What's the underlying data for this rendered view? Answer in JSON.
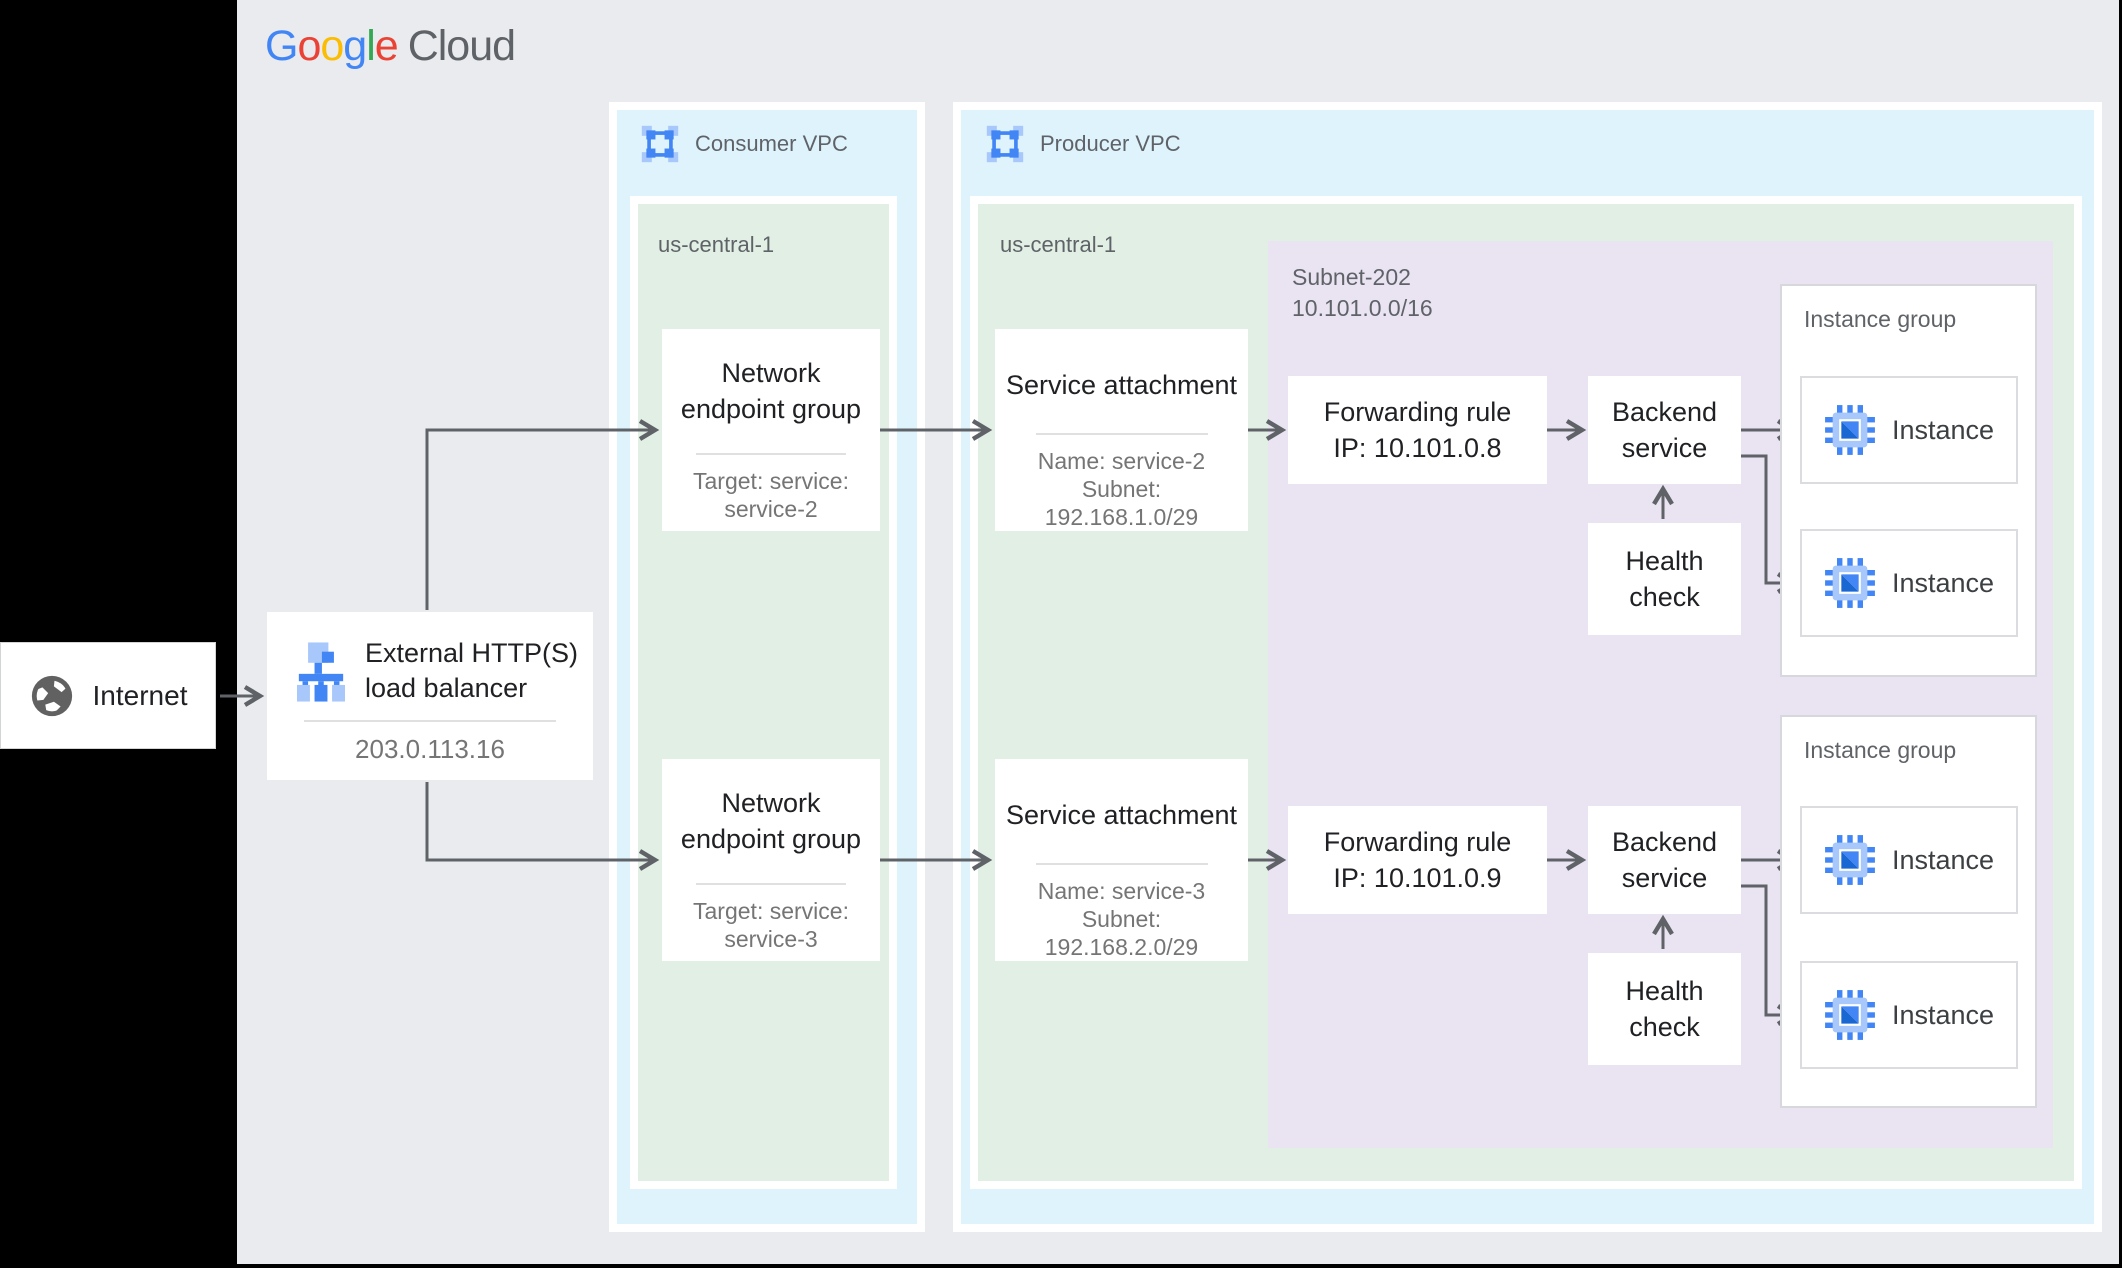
{
  "brand": {
    "google_letters": [
      "G",
      "o",
      "o",
      "g",
      "l",
      "e"
    ],
    "cloud": "Cloud"
  },
  "colors": {
    "outside_bg": "#000000",
    "canvas_bg": "#e9ebee",
    "vpc_bg": "#dff3fd",
    "region_bg": "#e2efe5",
    "subnet_bg": "#eae3f2",
    "node_bg": "#ffffff",
    "arrow": "#5f6368",
    "title_text": "#202124",
    "sub_text": "#757575",
    "label_text": "#5f6368",
    "google_blue": "#4285F4",
    "google_red": "#EA4335",
    "google_yellow": "#FBBC04",
    "google_green": "#34A853",
    "icon_blue_light": "#a8c7fa",
    "icon_blue": "#4285F4",
    "icon_blue_dark": "#1967d2",
    "instance_border": "#dadce0"
  },
  "internet": {
    "label": "Internet"
  },
  "load_balancer": {
    "title_line1": "External HTTP(S)",
    "title_line2": "load balancer",
    "ip": "203.0.113.16"
  },
  "consumer_vpc": {
    "label": "Consumer VPC",
    "region_label": "us-central-1",
    "negs": [
      {
        "title_line1": "Network",
        "title_line2": "endpoint group",
        "sub_line1": "Target: service:",
        "sub_line2": "service-2"
      },
      {
        "title_line1": "Network",
        "title_line2": "endpoint group",
        "sub_line1": "Target: service:",
        "sub_line2": "service-3"
      }
    ]
  },
  "producer_vpc": {
    "label": "Producer VPC",
    "region_label": "us-central-1",
    "service_attachments": [
      {
        "title": "Service attachment",
        "sub_line1": "Name: service-2",
        "sub_line2": "Subnet:",
        "sub_line3": "192.168.1.0/29"
      },
      {
        "title": "Service attachment",
        "sub_line1": "Name: service-3",
        "sub_line2": "Subnet:",
        "sub_line3": "192.168.2.0/29"
      }
    ],
    "subnet": {
      "label_line1": "Subnet-202",
      "label_line2": "10.101.0.0/16",
      "forwarding_rules": [
        {
          "line1": "Forwarding rule",
          "line2": "IP: 10.101.0.8"
        },
        {
          "line1": "Forwarding rule",
          "line2": "IP: 10.101.0.9"
        }
      ],
      "backend_services": [
        {
          "line1": "Backend",
          "line2": "service"
        },
        {
          "line1": "Backend",
          "line2": "service"
        }
      ],
      "health_checks": [
        {
          "line1": "Health",
          "line2": "check"
        },
        {
          "line1": "Health",
          "line2": "check"
        }
      ]
    },
    "instance_groups": [
      {
        "label": "Instance group",
        "instances": [
          {
            "label": "Instance"
          },
          {
            "label": "Instance"
          }
        ]
      },
      {
        "label": "Instance group",
        "instances": [
          {
            "label": "Instance"
          },
          {
            "label": "Instance"
          }
        ]
      }
    ]
  }
}
